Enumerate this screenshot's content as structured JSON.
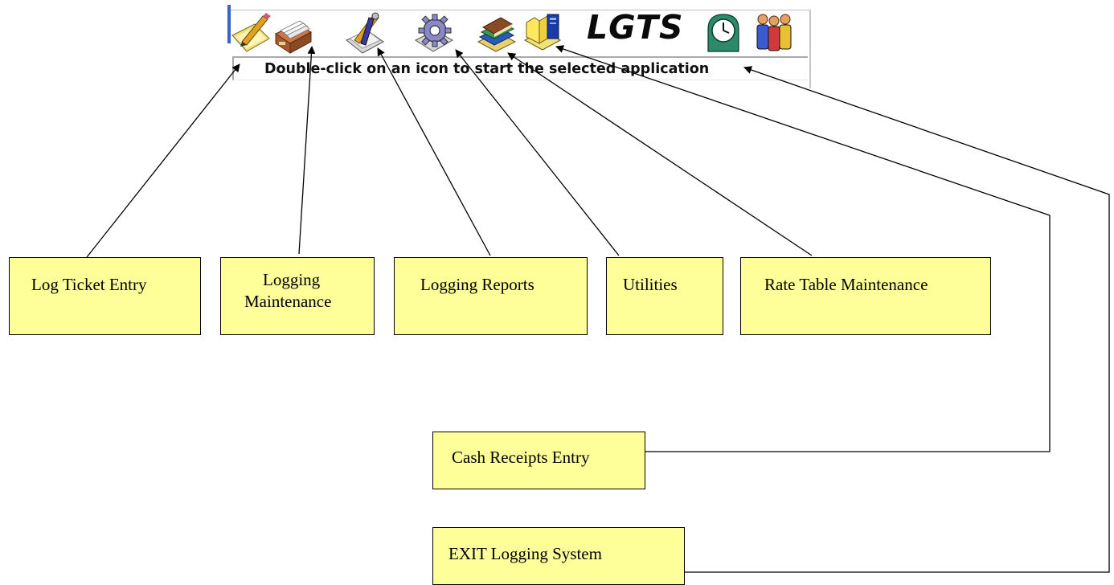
{
  "toolbar": {
    "brand": "LGTS",
    "status_text": "Double-click on an icon to start the selected application",
    "icons": [
      {
        "name": "log-ticket-entry-icon"
      },
      {
        "name": "logging-maintenance-icon"
      },
      {
        "name": "logging-reports-icon"
      },
      {
        "name": "utilities-icon"
      },
      {
        "name": "rate-table-maintenance-icon"
      },
      {
        "name": "cash-receipts-entry-icon"
      },
      {
        "name": "clock-icon"
      },
      {
        "name": "exit-logging-system-icon"
      }
    ]
  },
  "callouts": {
    "log_ticket_entry": "Log Ticket Entry",
    "logging_maintenance_line1": "Logging",
    "logging_maintenance_line2": "Maintenance",
    "logging_reports": "Logging Reports",
    "utilities": "Utilities",
    "rate_table_maintenance": "Rate Table Maintenance",
    "cash_receipts_entry": "Cash Receipts Entry",
    "exit_logging_system": "EXIT Logging System"
  },
  "colors": {
    "callout_fill": "#ffff99",
    "toolbar_accent": "#3a62c9"
  }
}
